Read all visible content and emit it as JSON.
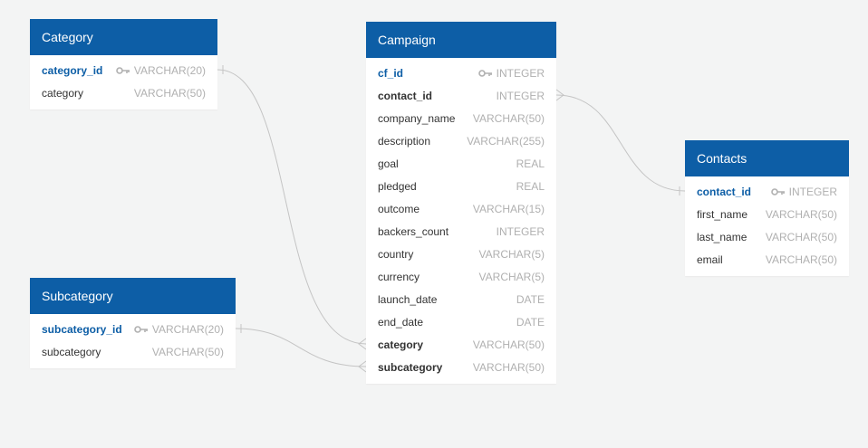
{
  "tables": {
    "category": {
      "title": "Category",
      "fields": [
        {
          "name": "category_id",
          "type": "VARCHAR(20)"
        },
        {
          "name": "category",
          "type": "VARCHAR(50)"
        }
      ]
    },
    "subcategory": {
      "title": "Subcategory",
      "fields": [
        {
          "name": "subcategory_id",
          "type": "VARCHAR(20)"
        },
        {
          "name": "subcategory",
          "type": "VARCHAR(50)"
        }
      ]
    },
    "campaign": {
      "title": "Campaign",
      "fields": [
        {
          "name": "cf_id",
          "type": "INTEGER"
        },
        {
          "name": "contact_id",
          "type": "INTEGER"
        },
        {
          "name": "company_name",
          "type": "VARCHAR(50)"
        },
        {
          "name": "description",
          "type": "VARCHAR(255)"
        },
        {
          "name": "goal",
          "type": "REAL"
        },
        {
          "name": "pledged",
          "type": "REAL"
        },
        {
          "name": "outcome",
          "type": "VARCHAR(15)"
        },
        {
          "name": "backers_count",
          "type": "INTEGER"
        },
        {
          "name": "country",
          "type": "VARCHAR(5)"
        },
        {
          "name": "currency",
          "type": "VARCHAR(5)"
        },
        {
          "name": "launch_date",
          "type": "DATE"
        },
        {
          "name": "end_date",
          "type": "DATE"
        },
        {
          "name": "category",
          "type": "VARCHAR(50)"
        },
        {
          "name": "subcategory",
          "type": "VARCHAR(50)"
        }
      ]
    },
    "contacts": {
      "title": "Contacts",
      "fields": [
        {
          "name": "contact_id",
          "type": "INTEGER"
        },
        {
          "name": "first_name",
          "type": "VARCHAR(50)"
        },
        {
          "name": "last_name",
          "type": "VARCHAR(50)"
        },
        {
          "name": "email",
          "type": "VARCHAR(50)"
        }
      ]
    }
  },
  "colors": {
    "header": "#0d5ea6",
    "primary_key_text": "#0d5ea6",
    "type_text": "#b0b0b0",
    "relation_line": "#c4c4c4"
  }
}
